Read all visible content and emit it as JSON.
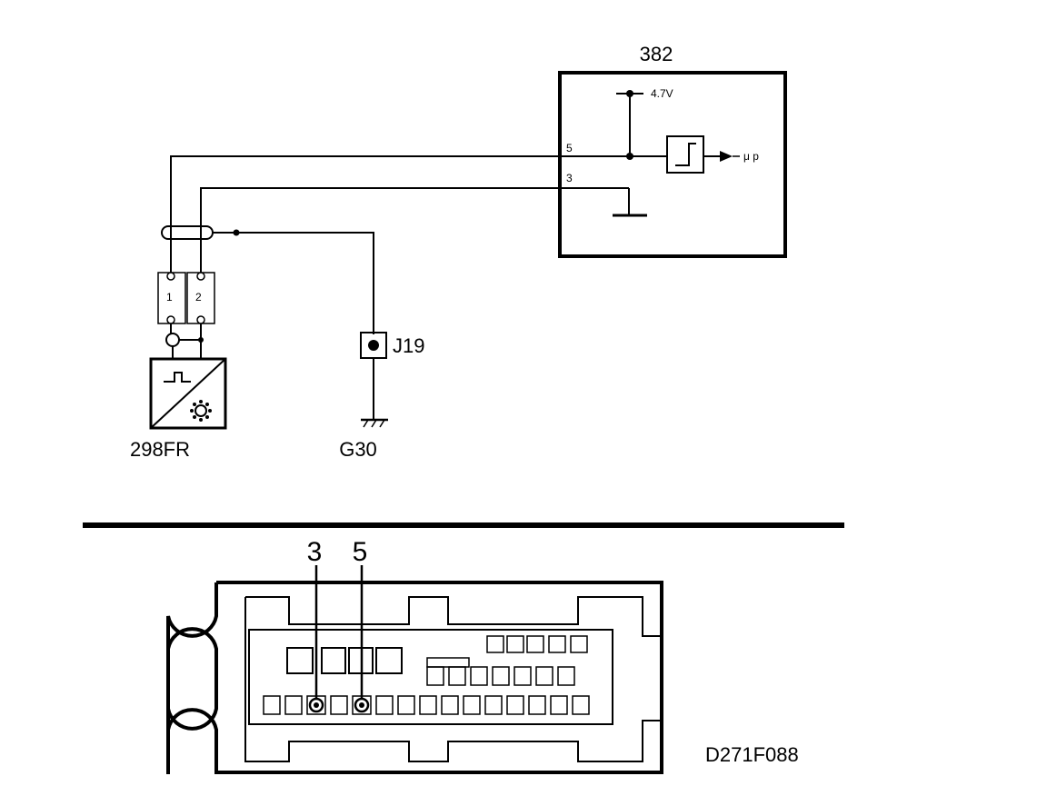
{
  "ecu": {
    "label": "382",
    "voltage": "4.7V",
    "pin_a": "5",
    "pin_b": "3",
    "output": "μ p"
  },
  "sensor": {
    "label": "298FR",
    "pin_1": "1",
    "pin_2": "2"
  },
  "junction": {
    "label": "J19"
  },
  "ground": {
    "label": "G30"
  },
  "connector": {
    "pin_left": "3",
    "pin_right": "5"
  },
  "figure_code": "D271F088"
}
